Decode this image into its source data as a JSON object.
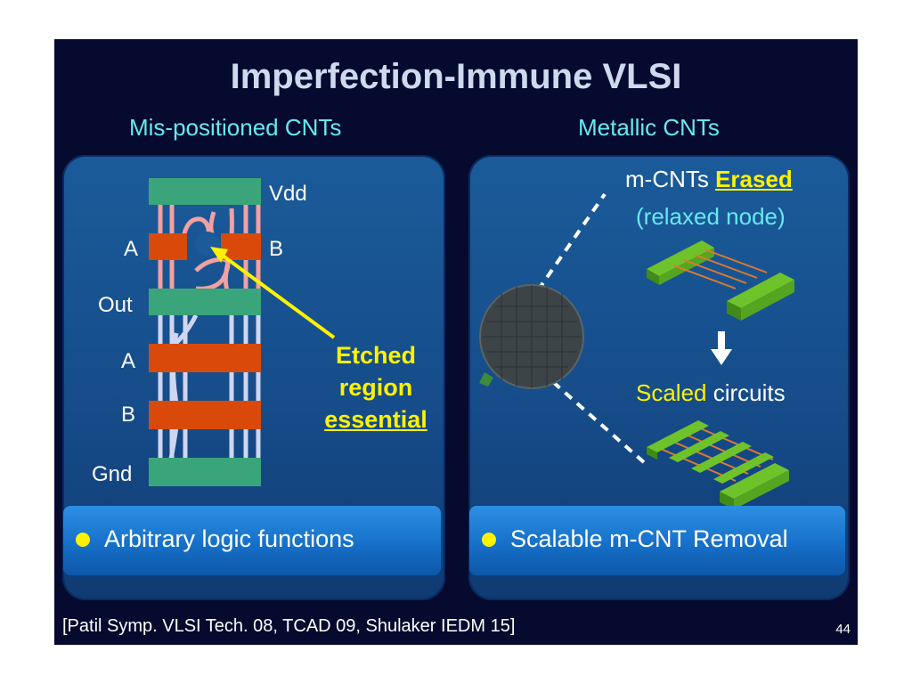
{
  "title": "Imperfection-Immune VLSI",
  "left": {
    "heading": "Mis-positioned CNTs",
    "labels": {
      "vdd": "Vdd",
      "a_top": "A",
      "b_top": "B",
      "out": "Out",
      "a_mid": "A",
      "b_mid": "B",
      "gnd": "Gnd"
    },
    "callout": [
      "Etched",
      "region",
      "essential"
    ],
    "bullet": "Arbitrary logic functions"
  },
  "right": {
    "heading": "Metallic CNTs",
    "top_caption_prefix": "m-CNTs ",
    "top_caption_highlight": "Erased",
    "top_caption_sub": "(relaxed node)",
    "bottom_caption_highlight": "Scaled",
    "bottom_caption_rest": " circuits",
    "bullet": "Scalable m-CNT Removal"
  },
  "citation": "[Patil Symp. VLSI Tech. 08, TCAD 09, Shulaker IEDM 15]",
  "page_number": "44",
  "colors": {
    "slide_bg": "#050a2e",
    "panel": "#1b5b9a",
    "heading_cyan": "#66e8f2",
    "highlight_yellow": "#fff200",
    "metal_green": "#3aa57a",
    "gate_orange": "#d94a0a",
    "cnt_pink": "#f2a0a0",
    "cnt_lavender": "#cfd6f2",
    "device_green": "#6fc32a"
  }
}
